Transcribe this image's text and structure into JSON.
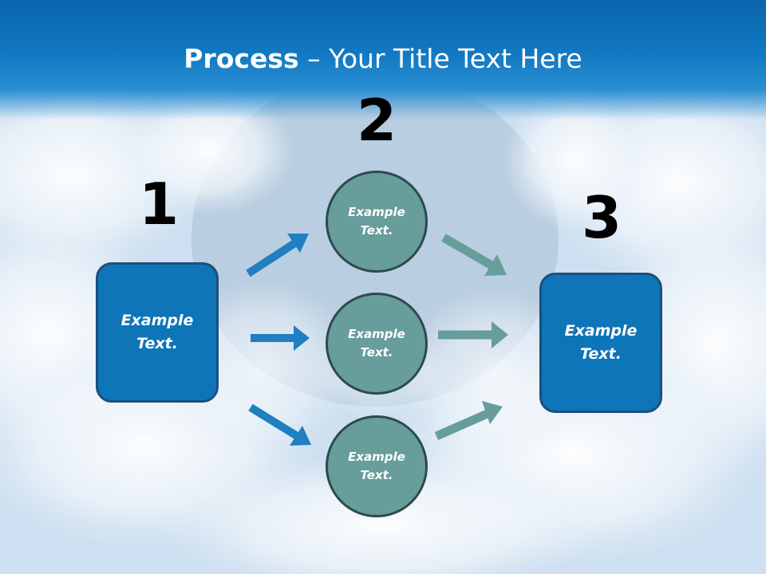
{
  "title": {
    "bold": "Process",
    "rest": " – Your Title Text Here"
  },
  "steps": {
    "one": {
      "number": "1"
    },
    "two": {
      "number": "2"
    },
    "three": {
      "number": "3"
    }
  },
  "left_box": {
    "text": "Example Text."
  },
  "circles": [
    {
      "text": "Example Text."
    },
    {
      "text": "Example Text."
    },
    {
      "text": "Example Text."
    }
  ],
  "right_box": {
    "text": "Example Text."
  },
  "colors": {
    "title_band": "#0a66ad",
    "box_fill": "#0e75b8",
    "circle_fill": "#679d9b",
    "blue_arrow": "#1f7fc0",
    "teal_arrow": "#679d9b"
  }
}
